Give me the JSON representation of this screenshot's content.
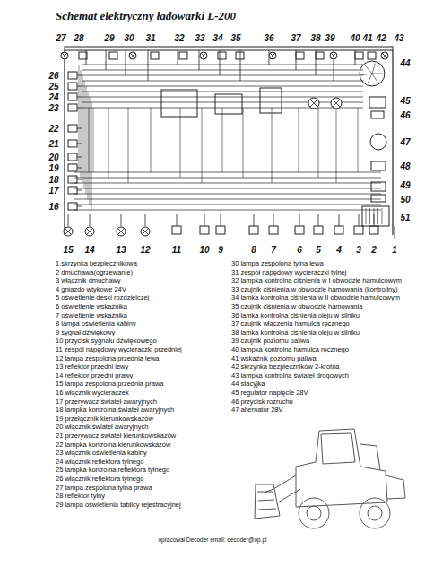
{
  "diagram": {
    "title": "Schemat elektryczny ładowarki L-200",
    "caption": "opracował Decoder email: decoder@op.pl",
    "labels": [
      "27",
      "28",
      "29",
      "30",
      "31",
      "32",
      "33",
      "34",
      "35",
      "36",
      "37",
      "38",
      "39",
      "40",
      "41",
      "42",
      "43",
      "44",
      "45",
      "46",
      "47",
      "48",
      "49",
      "50",
      "51",
      "26",
      "25",
      "24",
      "23",
      "22",
      "21",
      "20",
      "19",
      "18",
      "17",
      "16",
      "15",
      "14",
      "13",
      "12",
      "11",
      "10",
      "9",
      "8",
      "7",
      "6",
      "5",
      "4",
      "3",
      "2",
      "1",
      "1.skrzynka bezpiecznikowa",
      "2 dmuchawa(ogrzewanie)",
      "3 włącznik dmuchawy",
      "4 gniazdo wtykowe 24V",
      "5 oświetlenie deski rozdzielczej",
      "6 oświetlenie wskaźnika",
      "7 oświetlenie wskaźnika",
      "8 lampa oświetlenia kabiny",
      "9 sygnał dźwiękowy",
      "10 przycisk sygnału dźwiękowego",
      "11 zespół napędowy wycieraczki przedniej",
      "12 lampa zespolona przednia lewa",
      "13 reflektor przedni lewy",
      "14 reflektor przedni prawy",
      "15 lampa zespolona przednia prawa",
      "16 włącznik wycieraczek",
      "17 przerywacz świateł awaryjnych",
      "18 lampka kontrolna świateł awaryjnych",
      "19 przełącznik kierunkowskazów",
      "20 włącznik świateł awaryjnych",
      "21 przerywacz świateł kierunkowskazów",
      "22 lampka kontrolna kierunkowskazów",
      "23 włącznik oświetlenia kabiny",
      "24 włącznik reflektora tylnego",
      "25 lampka kontrolna reflektora tylnego",
      "26 włącznik reflektora tylnego",
      "27 lampa zespolona tylna prawa",
      "28 reflektor tylny",
      "29 lampa oświetlenia tablicy rejestracyjnej",
      "30 lampa zespolona tylna lewa",
      "31 zespół napędowy wycieraczki tylnej",
      "32 lampka kontrolna ciśnienia w I obwodzie hamulcowym",
      "33 czujnik ciśnienia w obwodzie hamowania (kontroliny)",
      "34 lamka kontrolna ciśnienia w II obwodzie hamulcowym",
      "35 czujnik ciśnienia w obwodzie hamowania",
      "36 lamka kontrolna ciśnienia oleju w silniku",
      "37 czujnik włączenia hamulca ręcznego",
      "38 lamka kontrolna ciśnienia oleju w silniku",
      "39 czujnik poziomu paliwa",
      "40 lampka kontrolna hamulca ręcznego",
      "41 wskaźnik poziomu paliwa",
      "42 skrzynka bezpieczników 2-krotna",
      "43 lampka kontrolna świateł drogowych",
      "44 stacyjka",
      "45 regulator napięcie 28V",
      "46 przycisk rozruchu",
      "47 alternator 28V"
    ]
  }
}
